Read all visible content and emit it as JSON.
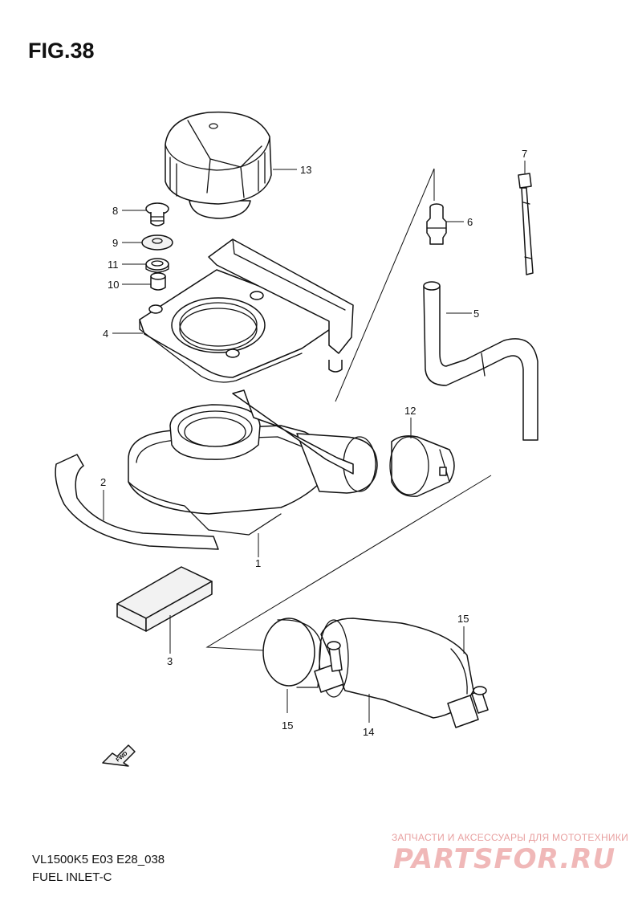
{
  "figure": {
    "title": "FIG.38"
  },
  "footer": {
    "model": "VL1500K5 E03 E28_038",
    "name": "FUEL INLET-C"
  },
  "fwd_arrow": {
    "label": "FWD"
  },
  "watermark": {
    "caption": "ЗАПЧАСТИ И АКСЕССУАРЫ ДЛЯ МОТОТЕХНИКИ",
    "logo": "PARTSFOR.RU"
  },
  "callouts": {
    "p1": "1",
    "p2": "2",
    "p3": "3",
    "p4": "4",
    "p5": "5",
    "p6": "6",
    "p7": "7",
    "p8": "8",
    "p9": "9",
    "p10": "10",
    "p11": "11",
    "p12": "12",
    "p13": "13",
    "p14": "14",
    "p15a": "15",
    "p15b": "15"
  }
}
